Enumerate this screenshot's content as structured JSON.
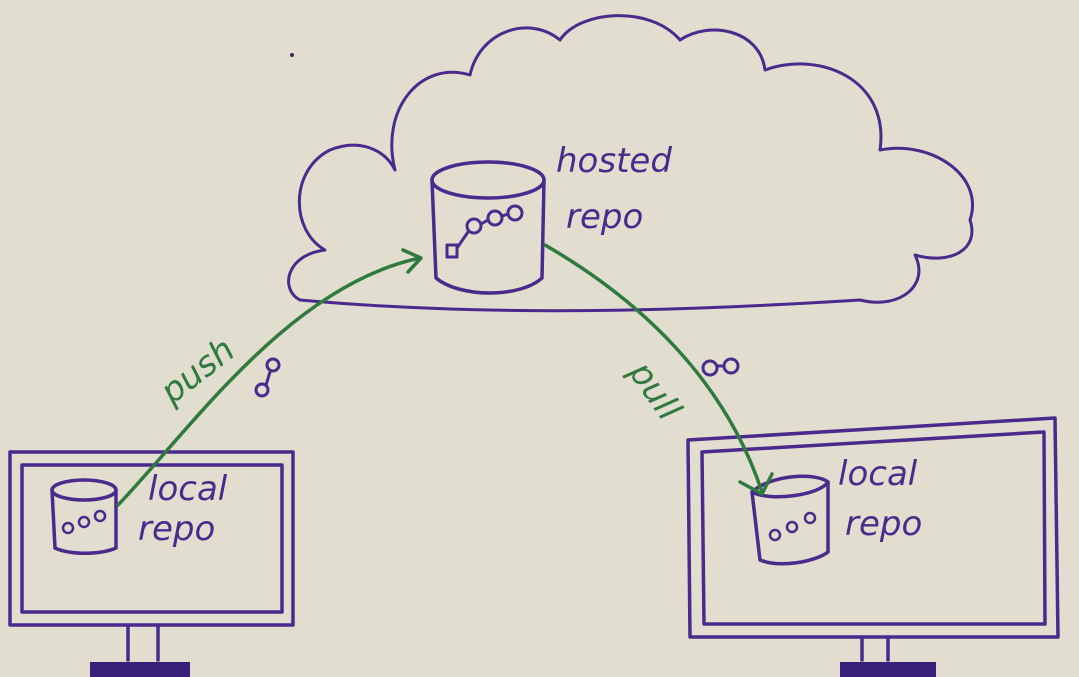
{
  "colors": {
    "paper": "#e4e0d3",
    "purple_ink": "#4a2a8c",
    "green_ink": "#2f7a3c"
  },
  "labels": {
    "hosted_repo_line1": "hosted",
    "hosted_repo_line2": "repo",
    "left_local_line1": "local",
    "left_local_line2": "repo",
    "right_local_line1": "local",
    "right_local_line2": "repo",
    "push": "push",
    "pull": "pull"
  },
  "icons": [
    "cloud",
    "repository-cylinder",
    "computer-monitor",
    "commit-chain",
    "arrow"
  ]
}
